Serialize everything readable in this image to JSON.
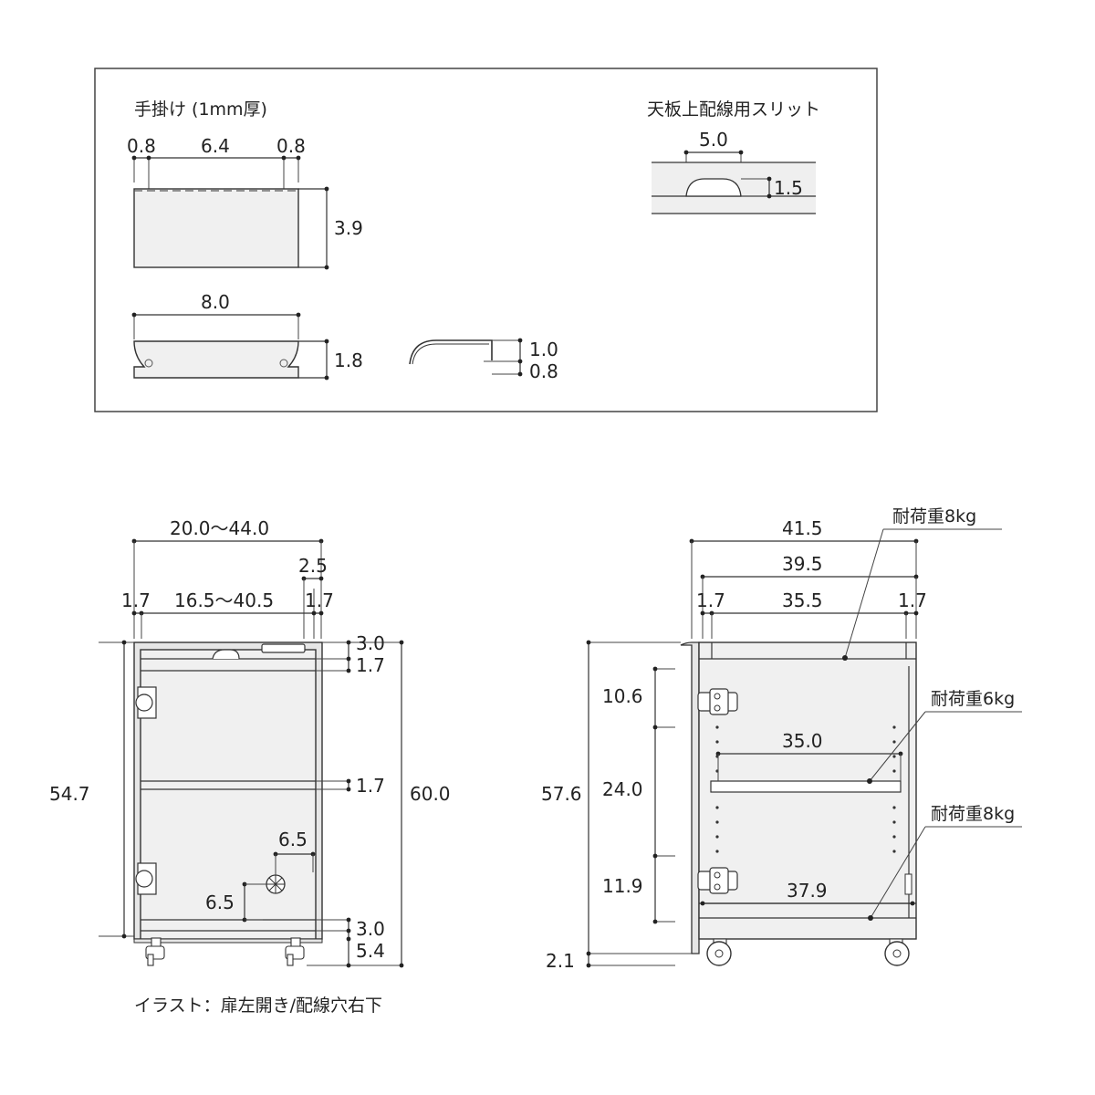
{
  "handle": {
    "title": "手掛け (1mm厚)",
    "top_left": "0.8",
    "top_mid": "6.4",
    "top_right": "0.8",
    "height": "3.9",
    "width": "8.0",
    "depth": "1.8",
    "bend_top": "1.0",
    "bend_bottom": "0.8"
  },
  "slit": {
    "title": "天板上配線用スリット",
    "width": "5.0",
    "height": "1.5"
  },
  "front": {
    "width_range": "20.0～44.0",
    "side_gap": "2.5",
    "side_left": "1.7",
    "inner_range": "16.5～40.5",
    "side_right": "1.7",
    "top_board": "3.0",
    "under_top": "1.7",
    "mid_shelf": "1.7",
    "bottom_board": "3.0",
    "caster": "5.4",
    "inner_height": "54.7",
    "total_height": "60.0",
    "hole_x": "6.5",
    "hole_y": "6.5",
    "caption": "イラスト：扉左開き/配線穴右下"
  },
  "side": {
    "depth_total": "41.5",
    "depth_inner": "39.5",
    "side_left": "1.7",
    "inner": "35.5",
    "side_right": "1.7",
    "height": "57.6",
    "seg_top": "10.6",
    "seg_mid": "24.0",
    "seg_bottom": "11.9",
    "shelf_depth": "35.0",
    "bottom_depth": "37.9",
    "foot": "2.1",
    "load_top": "耐荷重8kg",
    "load_shelf": "耐荷重6kg",
    "load_bottom": "耐荷重8kg"
  }
}
